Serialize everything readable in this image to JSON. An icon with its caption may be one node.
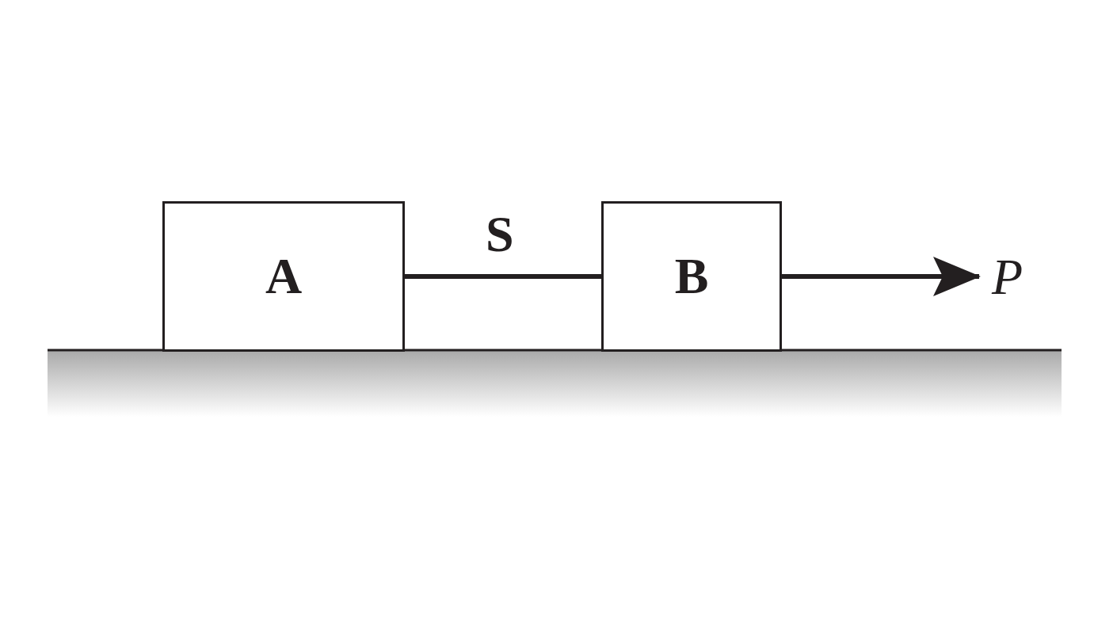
{
  "diagram": {
    "nodes": [
      {
        "text": [
          "A"
        ]
      },
      {
        "text": [
          "B"
        ]
      }
    ],
    "edges": [
      {
        "from": 0,
        "to": 1,
        "arrow": "none",
        "label": "S"
      }
    ],
    "labels": [
      "P"
    ]
  }
}
